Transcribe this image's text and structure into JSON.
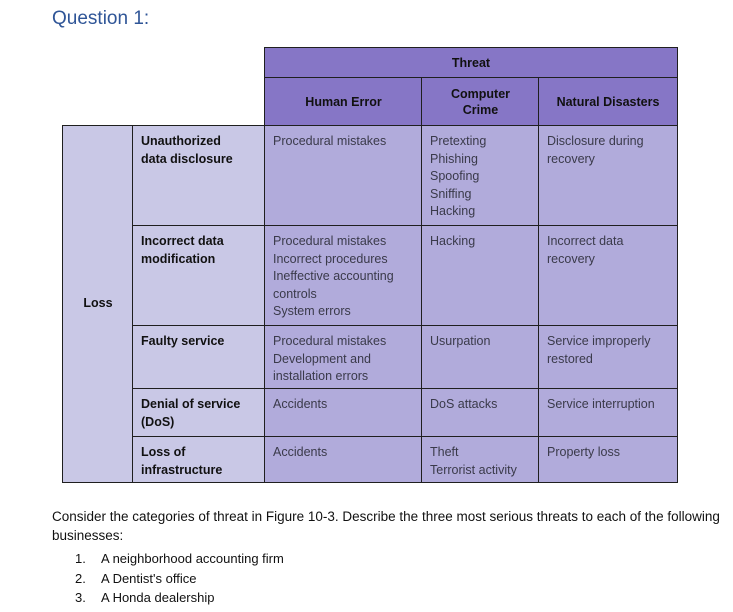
{
  "heading": "Question 1:",
  "table": {
    "threat_header": "Threat",
    "columns": [
      "Human Error",
      "Computer\nCrime",
      "Natural Disasters"
    ],
    "loss_label": "Loss",
    "rows": [
      {
        "label": "Unauthorized\ndata disclosure",
        "cells": [
          [
            "Procedural mistakes"
          ],
          [
            "Pretexting",
            "Phishing",
            "Spoofing",
            "Sniffing",
            "Hacking"
          ],
          [
            "Disclosure during",
            "recovery"
          ]
        ]
      },
      {
        "label": "Incorrect data\nmodification",
        "cells": [
          [
            "Procedural mistakes",
            "Incorrect procedures",
            "Ineffective accounting",
            "controls",
            "System errors"
          ],
          [
            "Hacking"
          ],
          [
            "Incorrect data",
            "recovery"
          ]
        ]
      },
      {
        "label": "Faulty service",
        "cells": [
          [
            "Procedural mistakes",
            "Development and",
            "installation errors"
          ],
          [
            "Usurpation"
          ],
          [
            "Service improperly",
            "restored"
          ]
        ]
      },
      {
        "label": "Denial of service\n(DoS)",
        "cells": [
          [
            "Accidents"
          ],
          [
            "DoS attacks"
          ],
          [
            "Service interruption"
          ]
        ]
      },
      {
        "label": "Loss of\ninfrastructure",
        "cells": [
          [
            "Accidents"
          ],
          [
            "Theft",
            "Terrorist activity"
          ],
          [
            "Property loss"
          ]
        ]
      }
    ]
  },
  "question_text": "Consider the categories of threat in Figure 10-3. Describe the three most serious threats to each of the following businesses:",
  "businesses": [
    {
      "num": "1.",
      "text": "A neighborhood accounting firm"
    },
    {
      "num": "2.",
      "text": "A Dentist's office"
    },
    {
      "num": "3.",
      "text": "A Honda dealership"
    }
  ]
}
